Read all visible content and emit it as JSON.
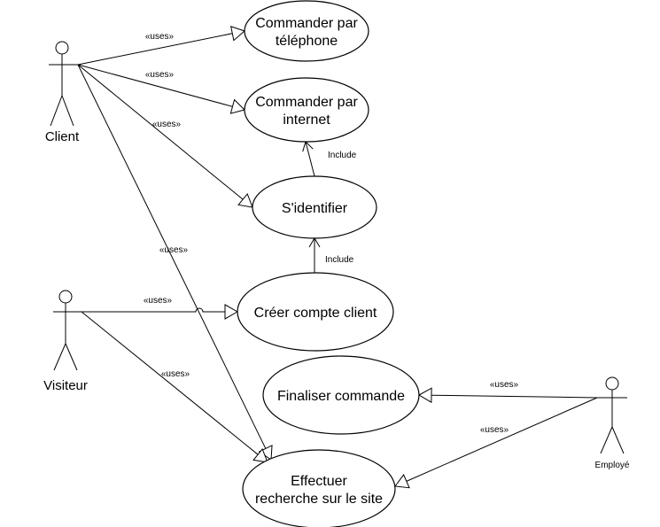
{
  "diagram": {
    "type": "uml-use-case",
    "actors": [
      {
        "id": "client",
        "label": "Client"
      },
      {
        "id": "visiteur",
        "label": "Visiteur"
      },
      {
        "id": "employe",
        "label": "Employé"
      }
    ],
    "use_cases": [
      {
        "id": "tel",
        "lines": [
          "Commander par",
          "téléphone"
        ]
      },
      {
        "id": "internet",
        "lines": [
          "Commander par",
          "internet"
        ]
      },
      {
        "id": "identifier",
        "lines": [
          "S'identifier"
        ]
      },
      {
        "id": "creer",
        "lines": [
          "Créer compte client"
        ]
      },
      {
        "id": "finaliser",
        "lines": [
          "Finaliser commande"
        ]
      },
      {
        "id": "recherche",
        "lines": [
          "Effectuer",
          "recherche sur le site"
        ]
      }
    ],
    "relations": [
      {
        "from": "client",
        "to": "tel",
        "kind": "uses",
        "label": "«uses»"
      },
      {
        "from": "client",
        "to": "internet",
        "kind": "uses",
        "label": "«uses»"
      },
      {
        "from": "client",
        "to": "identifier",
        "kind": "uses",
        "label": "«uses»"
      },
      {
        "from": "client",
        "to": "recherche",
        "kind": "uses",
        "label": "«uses»"
      },
      {
        "from": "visiteur",
        "to": "creer",
        "kind": "uses",
        "label": "«uses»"
      },
      {
        "from": "visiteur",
        "to": "recherche",
        "kind": "uses",
        "label": "«uses»"
      },
      {
        "from": "employe",
        "to": "finaliser",
        "kind": "uses",
        "label": "«uses»"
      },
      {
        "from": "employe",
        "to": "recherche",
        "kind": "uses",
        "label": "«uses»"
      },
      {
        "from": "identifier",
        "to": "internet",
        "kind": "include",
        "label": "Include"
      },
      {
        "from": "creer",
        "to": "identifier",
        "kind": "include",
        "label": "Include"
      }
    ]
  }
}
